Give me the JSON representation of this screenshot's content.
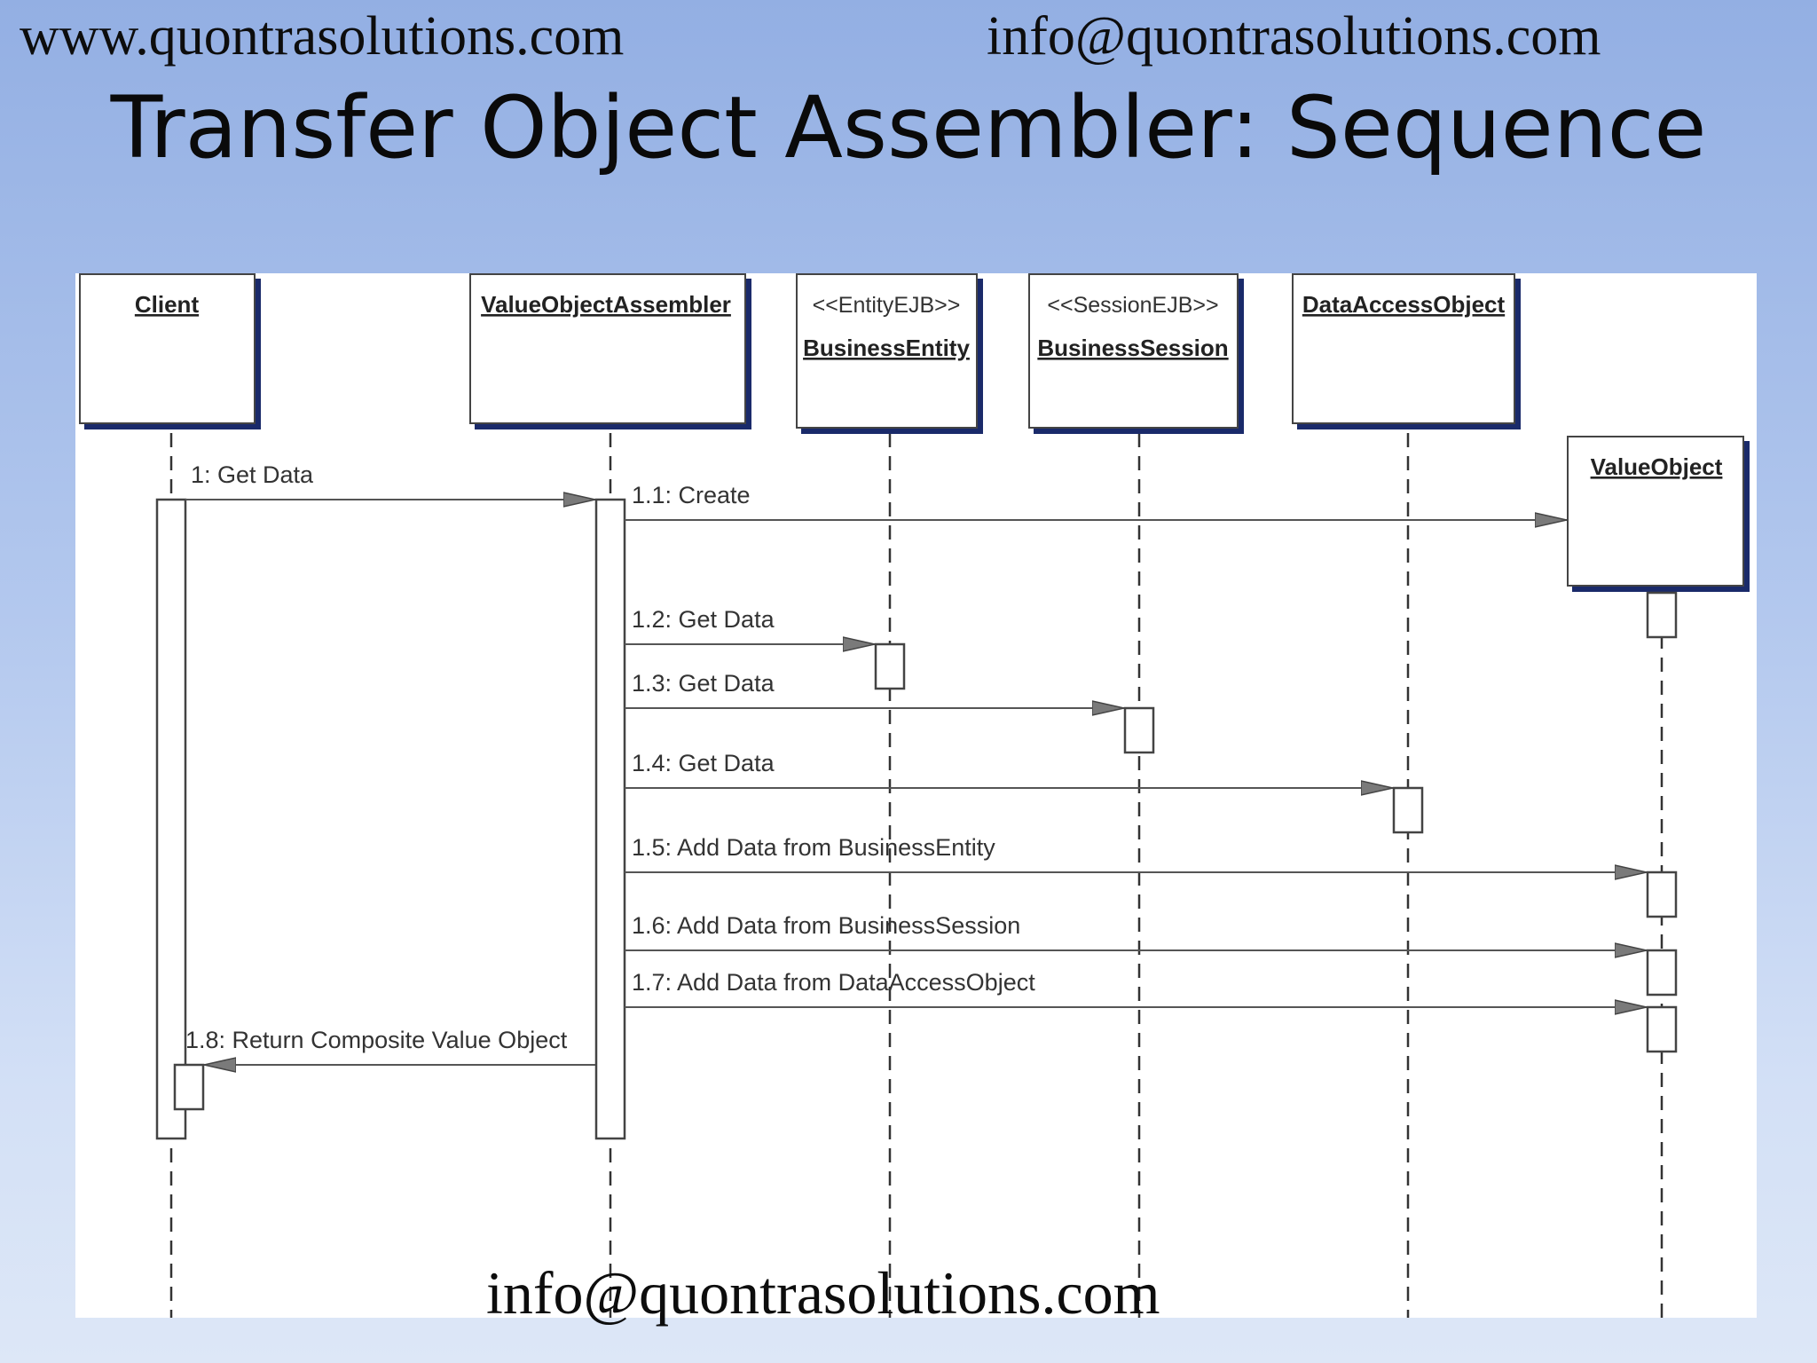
{
  "header": {
    "website": "www.quontrasolutions.com",
    "email": "info@quontrasolutions.com"
  },
  "title": "Transfer Object Assembler: Sequence",
  "footer": {
    "email": "info@quontrasolutions.com"
  },
  "diagram": {
    "objects": [
      {
        "id": "client",
        "name": "Client",
        "stereotype": ""
      },
      {
        "id": "assembler",
        "name": "ValueObjectAssembler",
        "stereotype": ""
      },
      {
        "id": "entity",
        "name": "BusinessEntity",
        "stereotype": "<<EntityEJB>>"
      },
      {
        "id": "session",
        "name": "BusinessSession",
        "stereotype": "<<SessionEJB>>"
      },
      {
        "id": "dao",
        "name": "DataAccessObject",
        "stereotype": ""
      },
      {
        "id": "vo",
        "name": "ValueObject",
        "stereotype": ""
      }
    ],
    "messages": [
      {
        "id": "m1",
        "label": "1: Get Data",
        "from": "client",
        "to": "assembler"
      },
      {
        "id": "m11",
        "label": "1.1: Create",
        "from": "assembler",
        "to": "vo"
      },
      {
        "id": "m12",
        "label": "1.2: Get Data",
        "from": "assembler",
        "to": "entity"
      },
      {
        "id": "m13",
        "label": "1.3: Get Data",
        "from": "assembler",
        "to": "session"
      },
      {
        "id": "m14",
        "label": "1.4: Get Data",
        "from": "assembler",
        "to": "dao"
      },
      {
        "id": "m15",
        "label": "1.5: Add Data from BusinessEntity",
        "from": "assembler",
        "to": "vo"
      },
      {
        "id": "m16",
        "label": "1.6: Add Data from BusinessSession",
        "from": "assembler",
        "to": "vo"
      },
      {
        "id": "m17",
        "label": "1.7: Add Data from DataAccessObject",
        "from": "assembler",
        "to": "vo"
      },
      {
        "id": "m18",
        "label": "1.8: Return Composite Value Object",
        "from": "assembler",
        "to": "client"
      }
    ]
  }
}
